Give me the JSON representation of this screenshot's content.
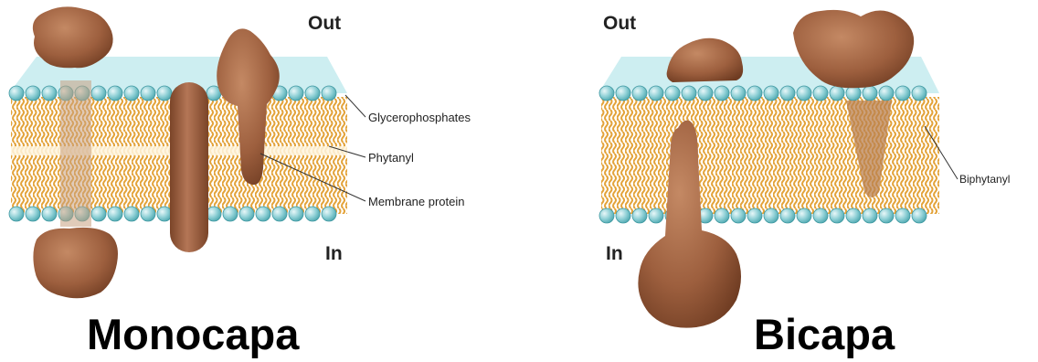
{
  "monolayer": {
    "out_label": "Out",
    "in_label": "In",
    "callouts": {
      "glycerophosphates": "Glycerophosphates",
      "phytanyl": "Phytanyl",
      "membrane_protein": "Membrane protein"
    },
    "caption": "Monocapa"
  },
  "bilayer": {
    "out_label": "Out",
    "in_label": "In",
    "callouts": {
      "biphytanyl": "Biphytanyl"
    },
    "caption": "Bicapa"
  },
  "colors": {
    "head_group": "#7ec9cf",
    "head_top": "#bfe6ea",
    "lipid_tail": "#e9b04a",
    "core": "#fff1cf",
    "protein": "#a86a47",
    "protein_dark": "#7a4428",
    "leader_line": "#333333"
  }
}
